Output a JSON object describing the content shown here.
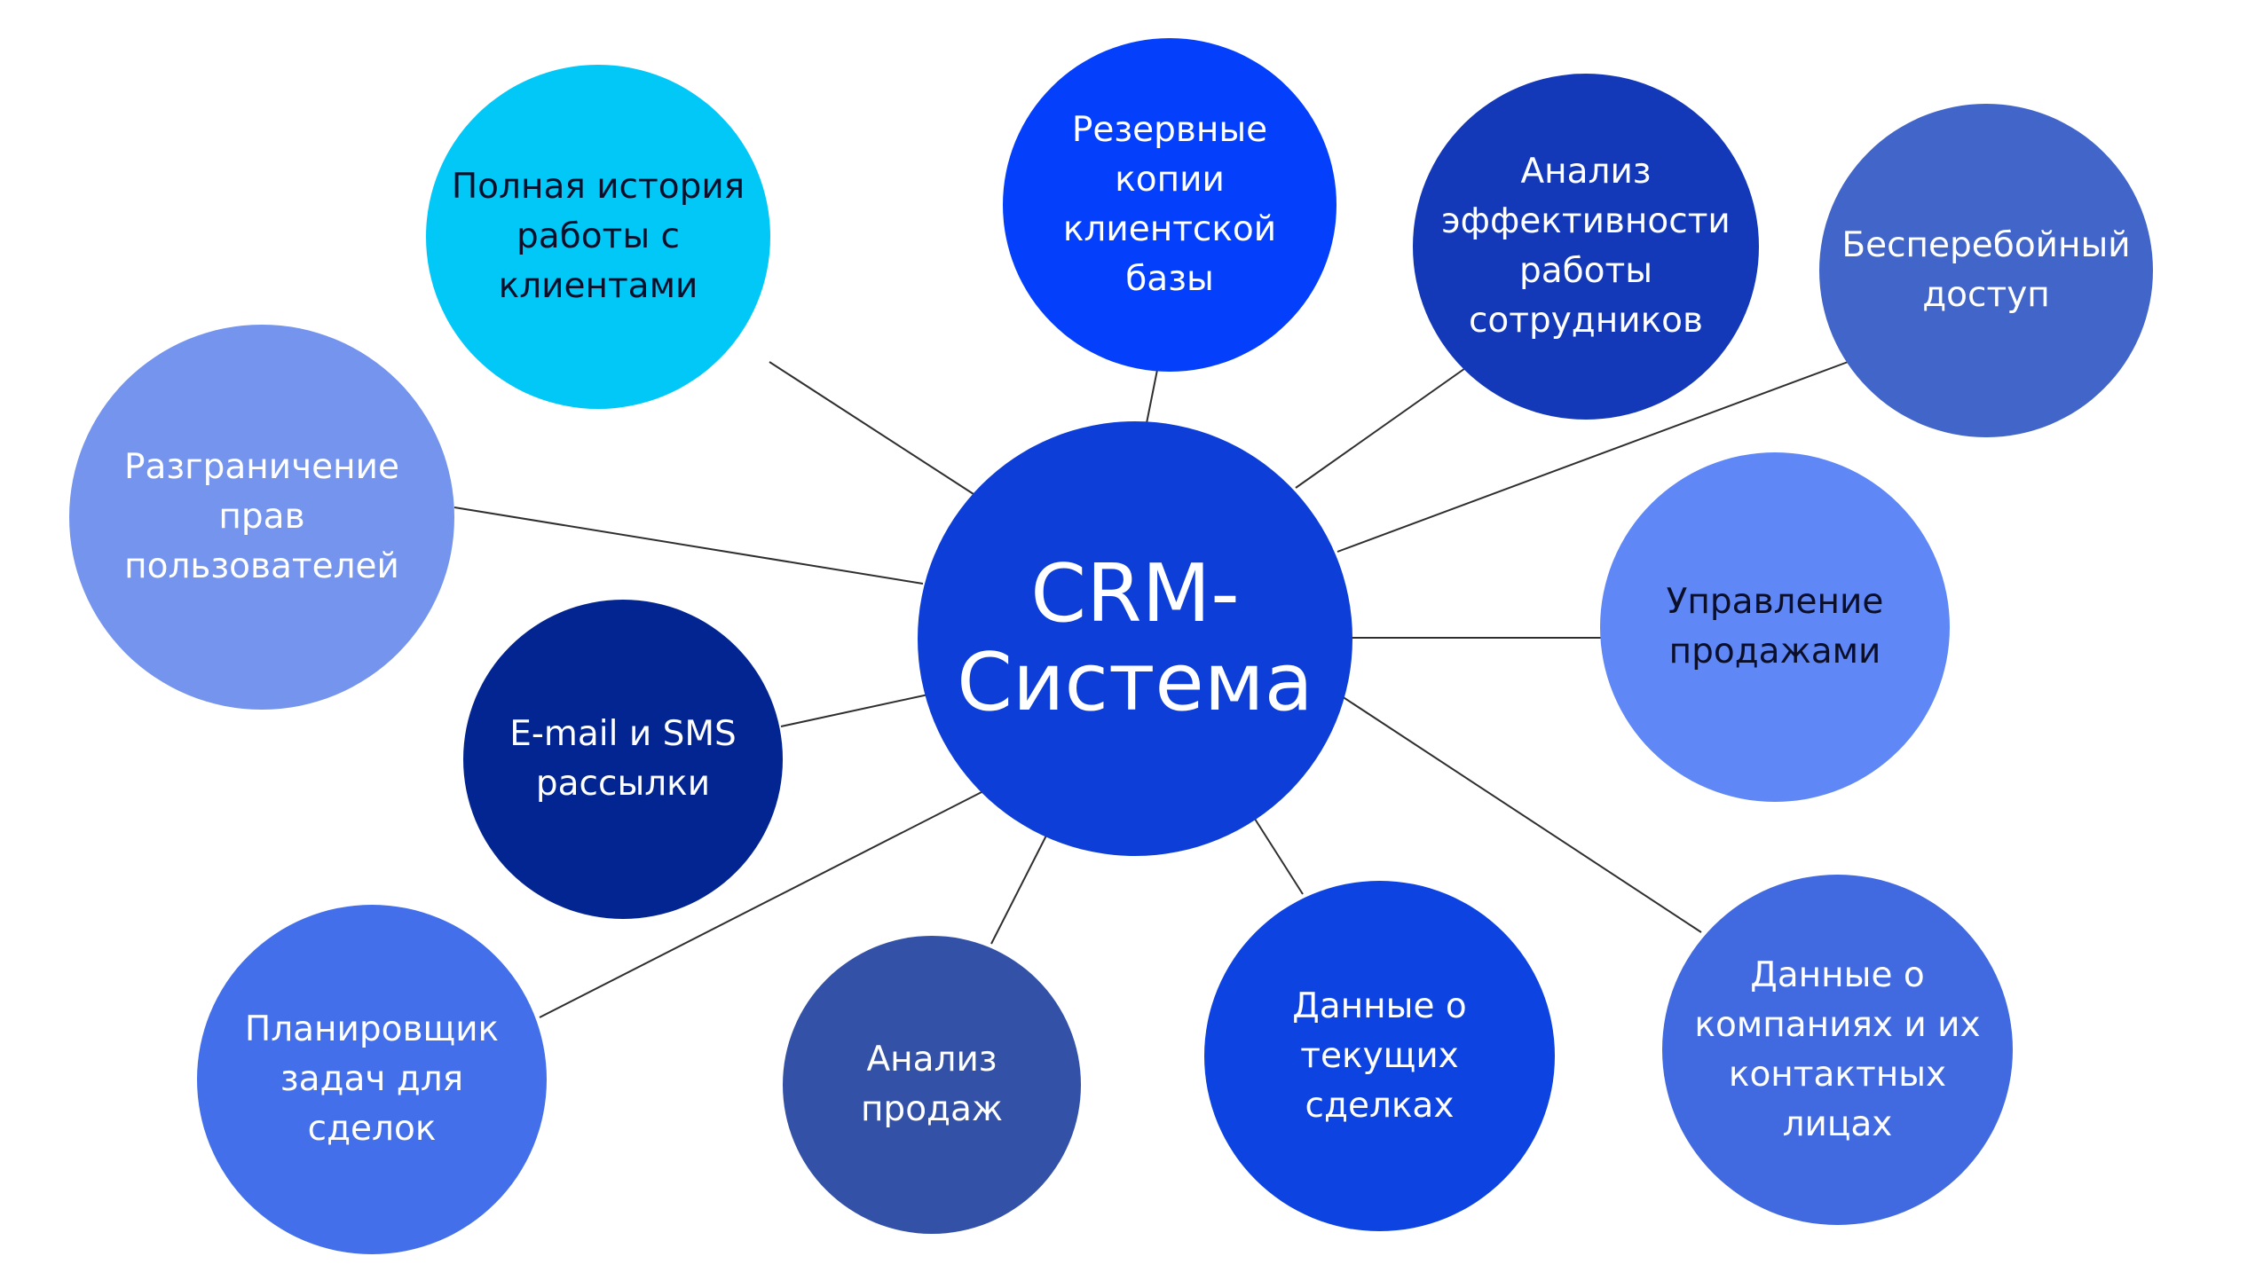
{
  "center": {
    "label": "CRM-\nСистема",
    "color": "#0d3fd8"
  },
  "nodes": [
    {
      "id": "history",
      "label": "Полная история\nработы с\nклиентами",
      "color": "#02c8f7",
      "text_color": "dark"
    },
    {
      "id": "backup",
      "label": "Резервные\nкопии\nклиентской\nбазы",
      "color": "#0440fb",
      "text_color": "light"
    },
    {
      "id": "efficiency",
      "label": "Анализ\nэффективности\nработы\nсотрудников",
      "color": "#1439b8",
      "text_color": "light"
    },
    {
      "id": "access",
      "label": "Бесперебойный\nдоступ",
      "color": "#4165c8",
      "text_color": "light"
    },
    {
      "id": "rights",
      "label": "Разграничение\nправ\nпользователей",
      "color": "#7494ed",
      "text_color": "light"
    },
    {
      "id": "sales_mgmt",
      "label": "Управление\nпродажами",
      "color": "#5f88f6",
      "text_color": "dark"
    },
    {
      "id": "mailing",
      "label": "E-mail и SMS\nрассылки",
      "color": "#032591",
      "text_color": "light"
    },
    {
      "id": "scheduler",
      "label": "Планировщик\nзадач для\nсделок",
      "color": "#4370ea",
      "text_color": "light"
    },
    {
      "id": "sales_anal",
      "label": "Анализ\nпродаж",
      "color": "#3451a8",
      "text_color": "light"
    },
    {
      "id": "deals",
      "label": "Данные о\nтекущих\nсделках",
      "color": "#0d43e0",
      "text_color": "light"
    },
    {
      "id": "companies",
      "label": "Данные о\nкомпаниях и их\nконтактных\nлицах",
      "color": "#426ae0",
      "text_color": "light"
    }
  ],
  "connector_color": "#2f2f2f"
}
